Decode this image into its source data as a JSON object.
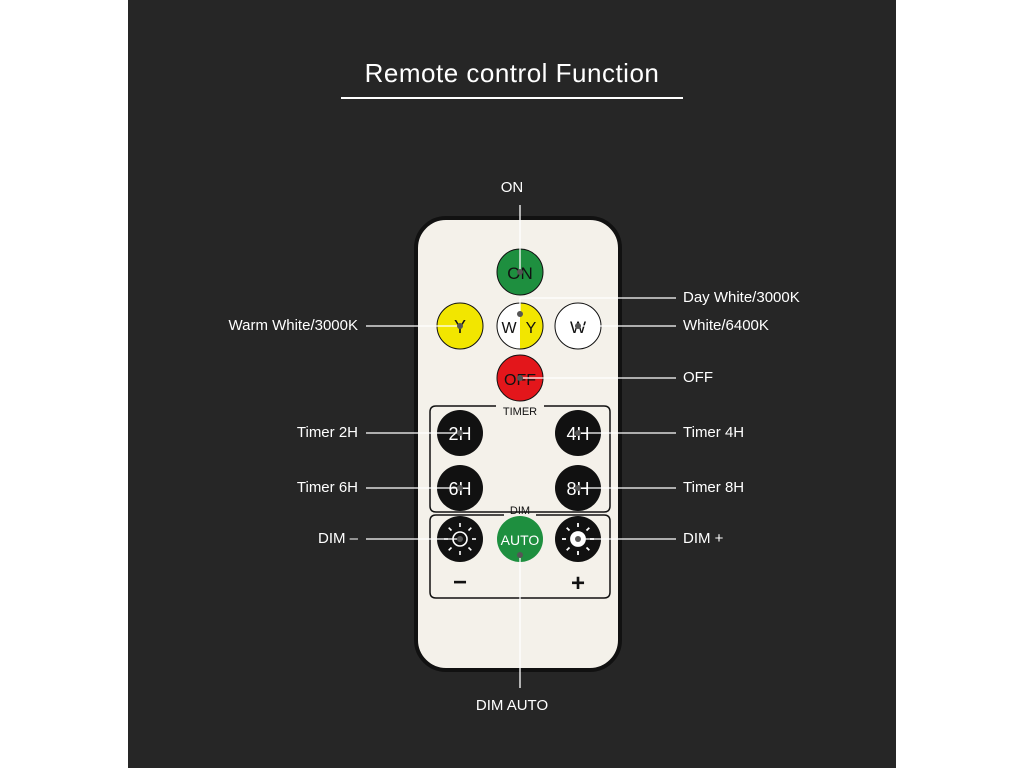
{
  "title": "Remote control Function",
  "colors": {
    "background": "#262626",
    "remote_body": "#f4f1ea",
    "on_button": "#1e8f3f",
    "off_button": "#e3161b",
    "yellow_button": "#f2e600",
    "white_button": "#ffffff",
    "black_button": "#111111",
    "auto_button": "#1e8f3f"
  },
  "remote": {
    "buttons": {
      "on": "ON",
      "warm": "Y",
      "day_w": "W",
      "day_y": "Y",
      "white": "W",
      "off": "OFF",
      "t2": "2H",
      "t4": "4H",
      "t6": "6H",
      "t8": "8H",
      "auto": "AUTO"
    },
    "timer_group_label": "TIMER",
    "dim_group_label": "DIM",
    "dim_minus_sign": "−",
    "dim_plus_sign": "+",
    "dim_minus_icon": "sun-outline-icon",
    "dim_plus_icon": "sun-filled-icon"
  },
  "callouts": {
    "on": "ON",
    "day_white": "Day White/3000K",
    "warm_white": "Warm White/3000K",
    "white": "White/6400K",
    "off": "OFF",
    "timer_2h": "Timer 2H",
    "timer_4h": "Timer 4H",
    "timer_6h": "Timer 6H",
    "timer_8h": "Timer 8H",
    "dim_minus": "DIM –",
    "dim_plus": "DIM +",
    "dim_auto": "DIM AUTO"
  }
}
